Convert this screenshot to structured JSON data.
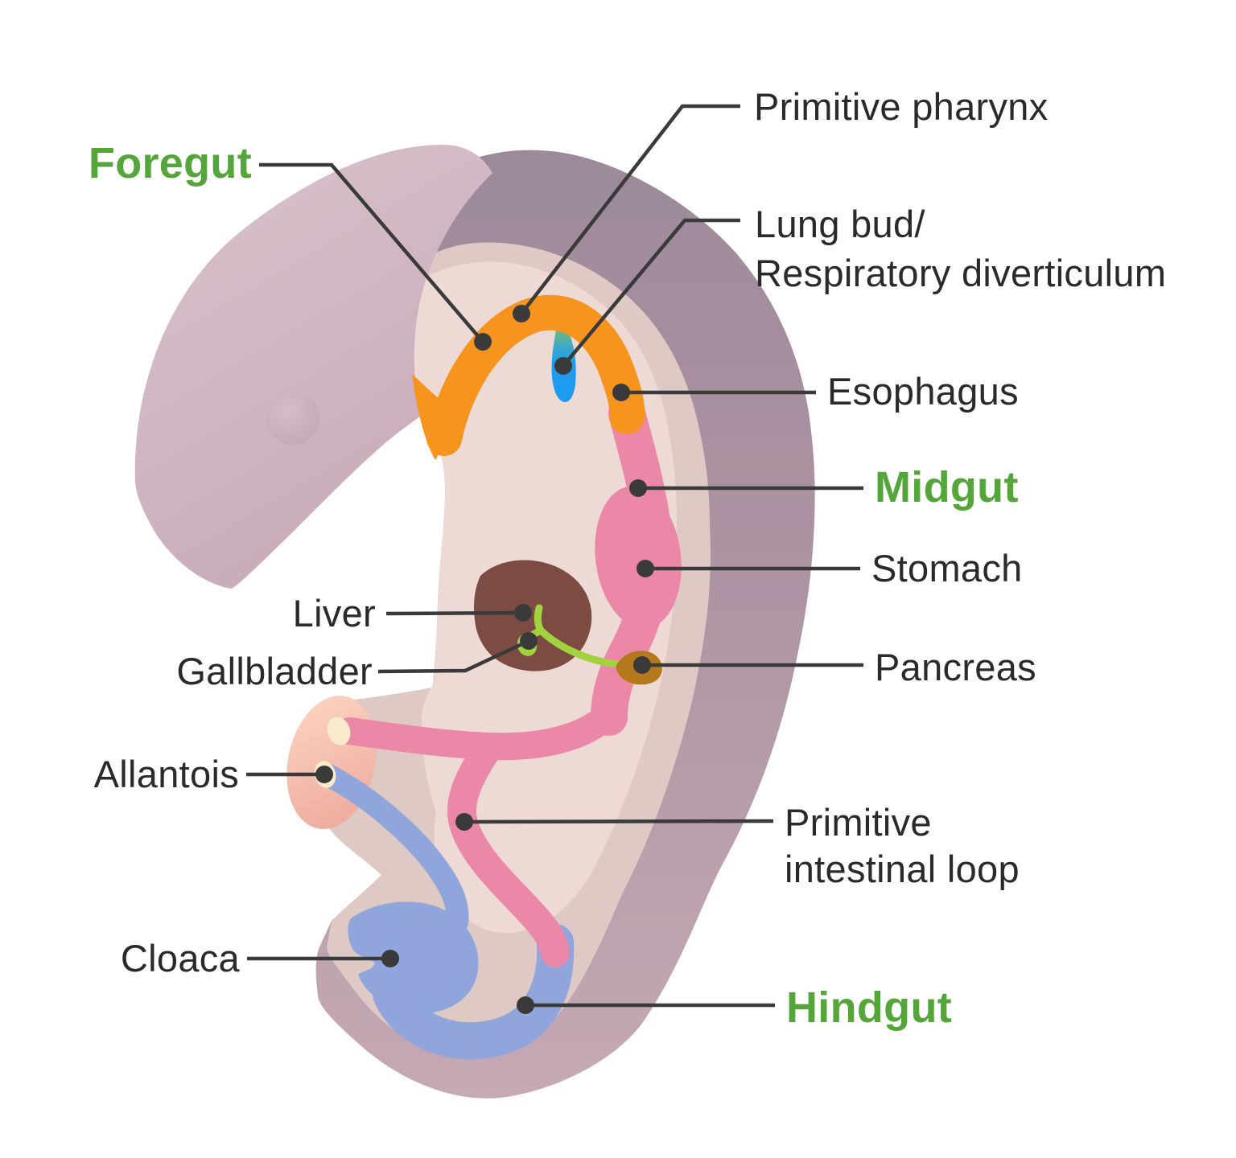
{
  "labels": {
    "foregut": "Foregut",
    "primitive_pharynx": "Primitive pharynx",
    "lung_bud": "Lung bud/\nRespiratory diverticulum",
    "esophagus": "Esophagus",
    "midgut": "Midgut",
    "stomach": "Stomach",
    "pancreas": "Pancreas",
    "liver": "Liver",
    "gallbladder": "Gallbladder",
    "allantois": "Allantois",
    "cloaca": "Cloaca",
    "primitive_intestinal_loop": "Primitive\nintestinal loop",
    "hindgut": "Hindgut"
  },
  "colors": {
    "section_label_green": "#55a63a",
    "label_text": "#2b2a2b",
    "leader_line": "#3a3a3a",
    "foregut_orange": "#f7941e",
    "gut_pink": "#ec88a7",
    "hindgut_blue": "#8fa5dc",
    "lung_bud_blue": "#1e9bef",
    "liver_brown": "#7c4b41",
    "bile_duct_green": "#a3d240",
    "pancreas_ochre": "#b3791b",
    "body_stalk_salmon": "#f5b7aa",
    "duct_tip_cream": "#f8eaca",
    "outer_body_mauve": "#b094a2",
    "middle_layer_beige": "#dfc9c4",
    "inner_layer_pink": "#eddad5"
  }
}
